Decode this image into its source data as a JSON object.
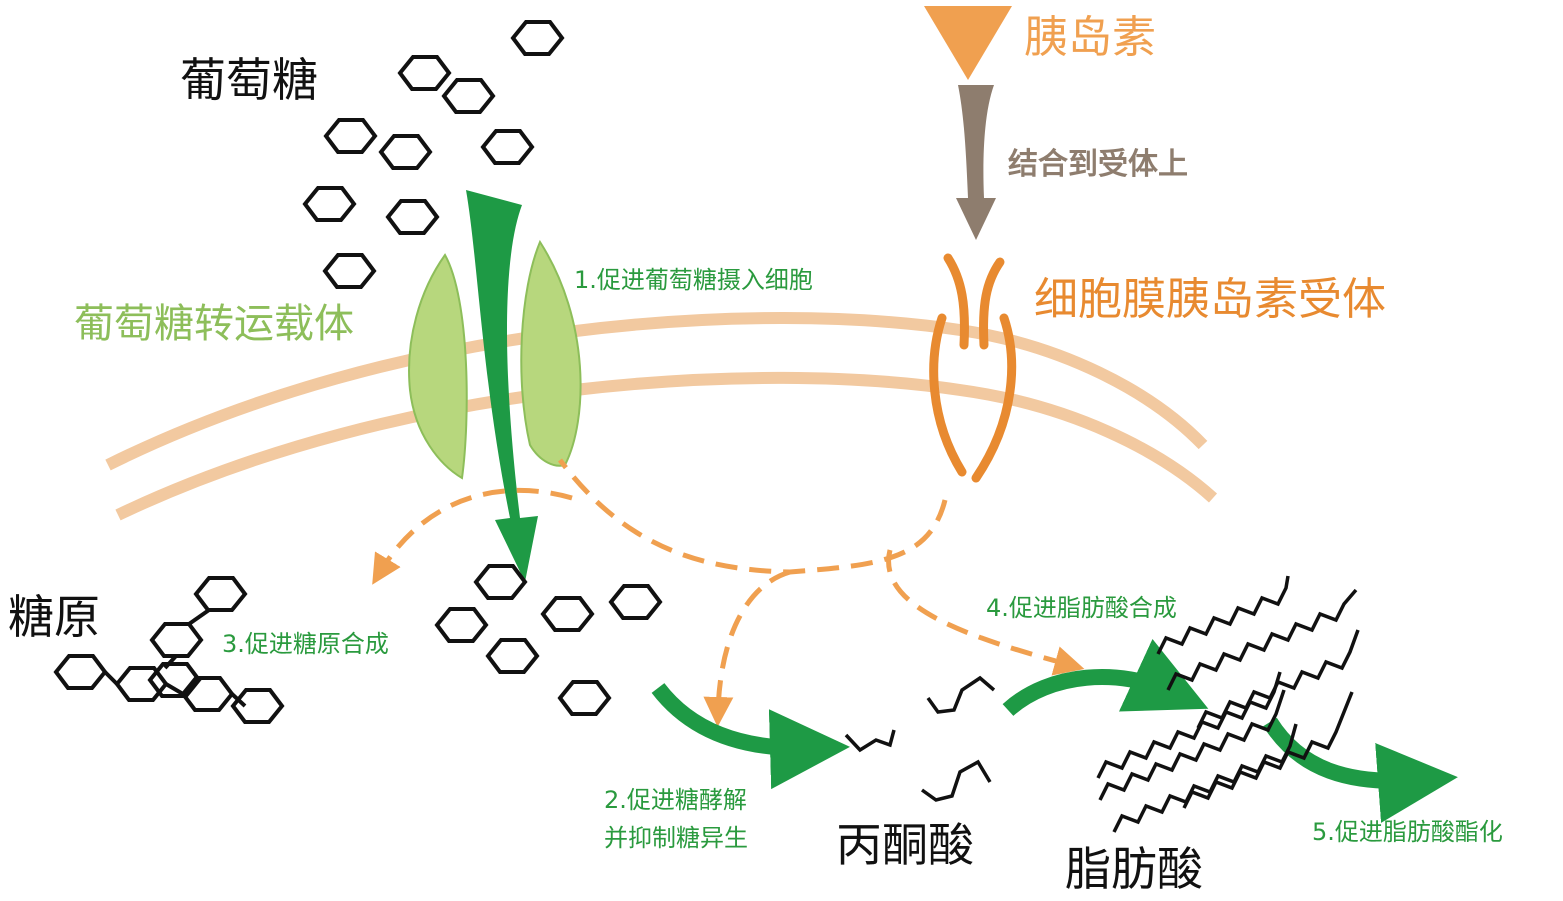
{
  "labels": {
    "glucose": "葡萄糖",
    "transporter": "葡萄糖转运载体",
    "insulin": "胰岛素",
    "bind_to_receptor": "结合到受体上",
    "membrane_receptor": "细胞膜胰岛素受体",
    "glycogen": "糖原",
    "pyruvate": "丙酮酸",
    "fatty_acid": "脂肪酸"
  },
  "steps": {
    "s1": "1.促进葡萄糖摄入细胞",
    "s2_line1": "2.促进糖酵解",
    "s2_line2": "并抑制糖异生",
    "s3": "3.促进糖原合成",
    "s4": "4.促进脂肪酸合成",
    "s5": "5.促进脂肪酸酯化"
  },
  "colors": {
    "green_arrow": "#1E9A45",
    "transporter_fill": "#B7D77D",
    "transporter_text": "#8DBE5A",
    "membrane": "#F2C9A0",
    "insulin": "#F0A050",
    "receptor": "#E88A30",
    "dashed_path": "#F0A050",
    "bind_arrow": "#8E7D6E",
    "step_text": "#2A9A3E"
  }
}
